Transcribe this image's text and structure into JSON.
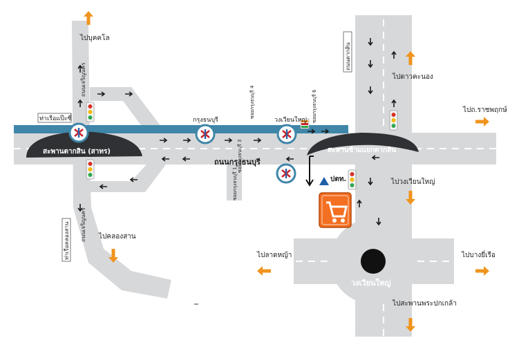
{
  "map": {
    "colors": {
      "road": "#d7d8da",
      "dash": "#ffffff",
      "river": "#3f86a9",
      "bridge": "#2f3134",
      "arrow_black": "#1a1a1a",
      "arrow_orange": "#f0941e",
      "store": "#f36f21",
      "ptt": "#c9252b",
      "ptt_triangle": "#1f5fa8"
    },
    "labels": {
      "pier": "ท่าเรือแป๊ะซี่",
      "to_bukkhalo": "ไปบุคคโล",
      "to_khlong_san": "ไปคลองสาน",
      "to_dao_khanong": "ไปดาวคะนอง",
      "to_rajapruek": "ไปถ.ราชพฤกษ์",
      "to_wongwian_yai": "ไปวงเวียนใหญ่",
      "to_lat_ya": "ไปลาดหญ้า",
      "to_bang_yi_ruea": "ไปบางยี่เรือ",
      "to_phra_pok_klao": "ไปสะพานพระปกเกล้า",
      "bridge_taksin": "สะพานตากสิน (สาทร)",
      "bridge_junction": "สะพานข้ามแยกตากสิน",
      "road_krung_thonburi": "ถนนกรุงธนบุรี",
      "circle": "วงเวียนใหญ่",
      "ptt": "ปตท."
    },
    "vertical_labels": {
      "charoen_nakhon_top": "ถนนเจริญนคร",
      "charoen_nakhon_bottom": "ถนนเจริญนคร",
      "khlong_san_road": "ท่าเรือคลองสาน",
      "soi_4": "ซอยกรุงธนบุรี 4",
      "soi_6": "ซอยกรุงธนบุรี 6",
      "soi_1": "ซอยกรุงธนบุรี 1",
      "soi_3": "ซอยกรุงธนบุรี 3",
      "tak_sin_road": "ถนนตากสิน"
    },
    "bts": {
      "krung_thon_buri": "กรุงธนบุรี",
      "wongwian_yai": "วงเวียนใหญ่"
    },
    "icons": {
      "bts": "bts-logo-icon",
      "traffic_light": "traffic-light-icon",
      "seven_eleven": "seven-eleven-icon",
      "store": "shopping-cart-icon",
      "roundabout": "roundabout-center-icon"
    }
  }
}
